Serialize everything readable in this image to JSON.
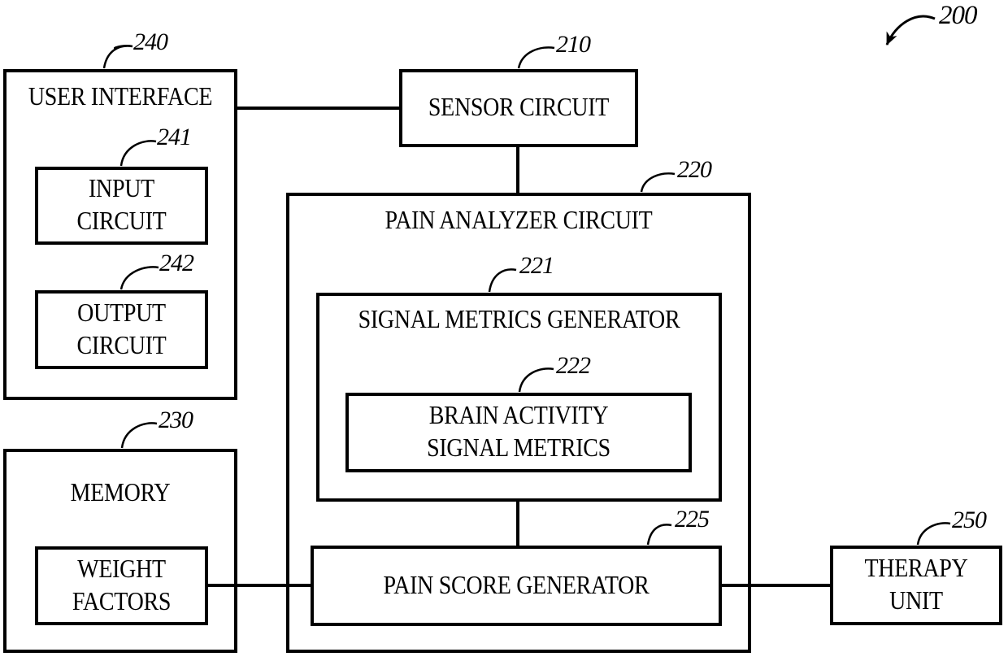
{
  "diagram": {
    "figure_ref": "200",
    "colors": {
      "ink": "#000000",
      "background": "#ffffff"
    },
    "blocks": {
      "user_interface": {
        "ref": "240",
        "label": "USER INTERFACE"
      },
      "input_circuit": {
        "ref": "241",
        "label": "INPUT\nCIRCUIT"
      },
      "output_circuit": {
        "ref": "242",
        "label": "OUTPUT\nCIRCUIT"
      },
      "memory": {
        "ref": "230",
        "label": "MEMORY"
      },
      "weight_factors": {
        "label": "WEIGHT\nFACTORS"
      },
      "sensor_circuit": {
        "ref": "210",
        "label": "SENSOR CIRCUIT"
      },
      "pain_analyzer": {
        "ref": "220",
        "label": "PAIN ANALYZER CIRCUIT"
      },
      "signal_metrics_generator": {
        "ref": "221",
        "label": "SIGNAL METRICS GENERATOR"
      },
      "brain_activity_signal_metrics": {
        "ref": "222",
        "label": "BRAIN ACTIVITY\nSIGNAL METRICS"
      },
      "pain_score_generator": {
        "ref": "225",
        "label": "PAIN SCORE GENERATOR"
      },
      "therapy_unit": {
        "ref": "250",
        "label": "THERAPY\nUNIT"
      }
    }
  }
}
